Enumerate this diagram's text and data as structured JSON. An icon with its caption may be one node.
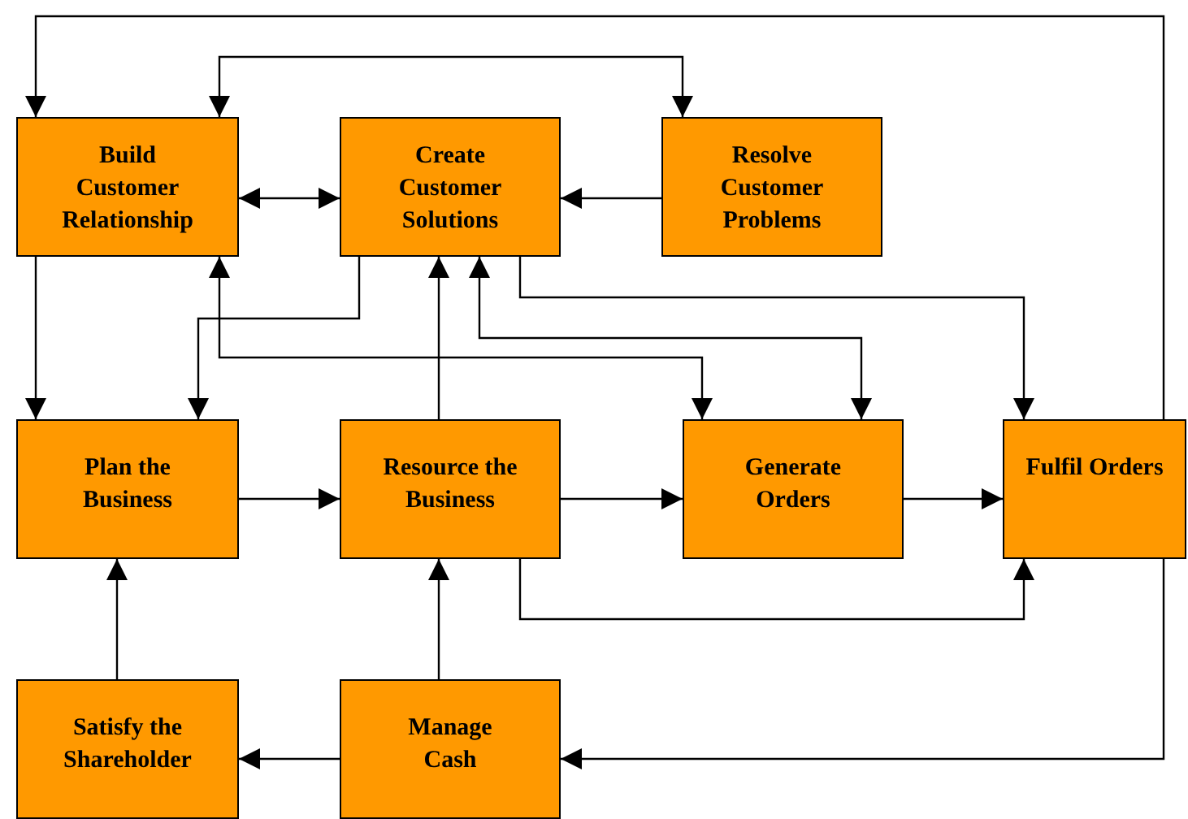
{
  "diagram": {
    "nodes": [
      {
        "text": [
          "Build Customer Relationship"
        ]
      },
      {
        "text": [
          "Create Customer Solutions"
        ]
      },
      {
        "text": [
          "Resolve Customer Problems"
        ]
      },
      {
        "text": [
          "Plan the Business"
        ]
      },
      {
        "text": [
          "Resource the Business"
        ]
      },
      {
        "text": [
          "Generate Orders"
        ]
      },
      {
        "text": [
          "Fulfil Orders"
        ]
      },
      {
        "text": [
          "Satisfy the Shareholder"
        ]
      },
      {
        "text": [
          "Manage Cash"
        ]
      }
    ],
    "edges": [
      {
        "from": 6,
        "to": 0,
        "arrow": "to"
      },
      {
        "from": 0,
        "to": 2,
        "arrow": "both"
      },
      {
        "from": 0,
        "to": 1,
        "arrow": "both"
      },
      {
        "from": 2,
        "to": 1,
        "arrow": "to"
      },
      {
        "from": 0,
        "to": 3,
        "arrow": "to"
      },
      {
        "from": 1,
        "to": 3,
        "arrow": "to"
      },
      {
        "from": 0,
        "to": 5,
        "arrow": "both"
      },
      {
        "from": 1,
        "to": 5,
        "arrow": "both"
      },
      {
        "from": 1,
        "to": 6,
        "arrow": "to"
      },
      {
        "from": 4,
        "to": 1,
        "arrow": "to"
      },
      {
        "from": 3,
        "to": 4,
        "arrow": "to"
      },
      {
        "from": 4,
        "to": 5,
        "arrow": "to"
      },
      {
        "from": 5,
        "to": 6,
        "arrow": "to"
      },
      {
        "from": 4,
        "to": 6,
        "arrow": "to"
      },
      {
        "from": 7,
        "to": 3,
        "arrow": "to"
      },
      {
        "from": 8,
        "to": 4,
        "arrow": "to"
      },
      {
        "from": 8,
        "to": 7,
        "arrow": "to"
      },
      {
        "from": 6,
        "to": 8,
        "arrow": "to"
      }
    ]
  }
}
